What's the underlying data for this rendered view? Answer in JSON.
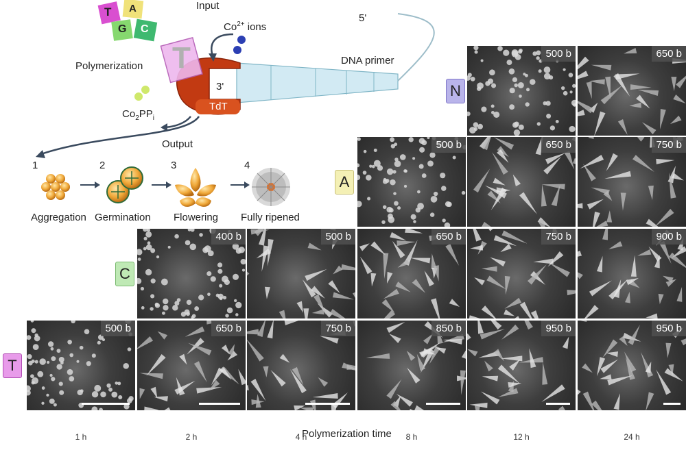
{
  "diagram": {
    "input_label": "Input",
    "output_label": "Output",
    "polymerization_label": "Polymerization",
    "co_ions_label": "Co",
    "co_ions_sup": "2+",
    "co_ions_suffix": " ions",
    "coppi_label_co": "Co",
    "coppi_sub2": "2",
    "coppi_pp": "PP",
    "coppi_subi": "i",
    "dna_primer_label": "DNA primer",
    "five_prime": "5'",
    "three_prime": "3'",
    "enzyme_label": "TdT",
    "nucleotides": [
      "T",
      "A",
      "G",
      "C"
    ],
    "nucleotide_colors": {
      "T": "#d94fd0",
      "A": "#f0e27a",
      "G": "#7bd36c",
      "C": "#4dbf6a"
    }
  },
  "stages": [
    {
      "num": "1",
      "label": "Aggregation"
    },
    {
      "num": "2",
      "label": "Germination"
    },
    {
      "num": "3",
      "label": "Flowering"
    },
    {
      "num": "4",
      "label": "Fully ripened"
    }
  ],
  "rows": [
    {
      "base": "N",
      "color": "#b9b4ea",
      "border": "#7f76c9",
      "cells": [
        null,
        null,
        null,
        null,
        "500 b",
        "650 b"
      ]
    },
    {
      "base": "A",
      "color": "#f4f0b5",
      "border": "#c9c07a",
      "cells": [
        null,
        null,
        null,
        "500 b",
        "650 b",
        "750 b"
      ]
    },
    {
      "base": "C",
      "color": "#bfe9b5",
      "border": "#78b96e",
      "cells": [
        null,
        "400 b",
        "500 b",
        "650 b",
        "750 b",
        "900 b"
      ]
    },
    {
      "base": "T",
      "color": "#e89bea",
      "border": "#b04cb2",
      "cells": [
        "500 b",
        "650 b",
        "750 b",
        "850 b",
        "950 b",
        "950 b"
      ]
    }
  ],
  "times": [
    "1 h",
    "2 h",
    "4 h",
    "8 h",
    "12 h",
    "24 h"
  ],
  "xlabel": "Polymerization time"
}
